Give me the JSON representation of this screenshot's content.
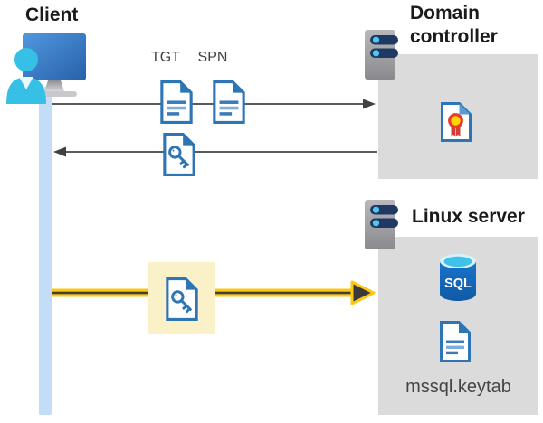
{
  "client": {
    "title": "Client"
  },
  "flow": {
    "tgt_label": "TGT",
    "spn_label": "SPN"
  },
  "domain_controller": {
    "title": "Domain controller"
  },
  "linux_server": {
    "title": "Linux server",
    "sql_label": "SQL",
    "keytab_label": "mssql.keytab"
  },
  "colors": {
    "doc_blue": "#2E75B6",
    "doc_line_light_blue": "#7FAEDC",
    "panel_gray": "#DBDBDB",
    "lifeline_blue": "#C3DDF8",
    "person_cyan": "#36C0E6",
    "monitor_blue_light": "#5098DE",
    "monitor_blue_dark": "#2860AA",
    "server_pill_navy": "#1F3864",
    "server_dot_cyan": "#4FC8EC",
    "arrow_gray": "#58595B",
    "arrow_yellow": "#FEC810",
    "highlight_cream": "#FAF1C9",
    "cert_red": "#E23D32",
    "cert_gold": "#FFD400",
    "sql_blue": "#1371C8",
    "title_black": "#1A1A1A",
    "label_gray": "#404040"
  }
}
